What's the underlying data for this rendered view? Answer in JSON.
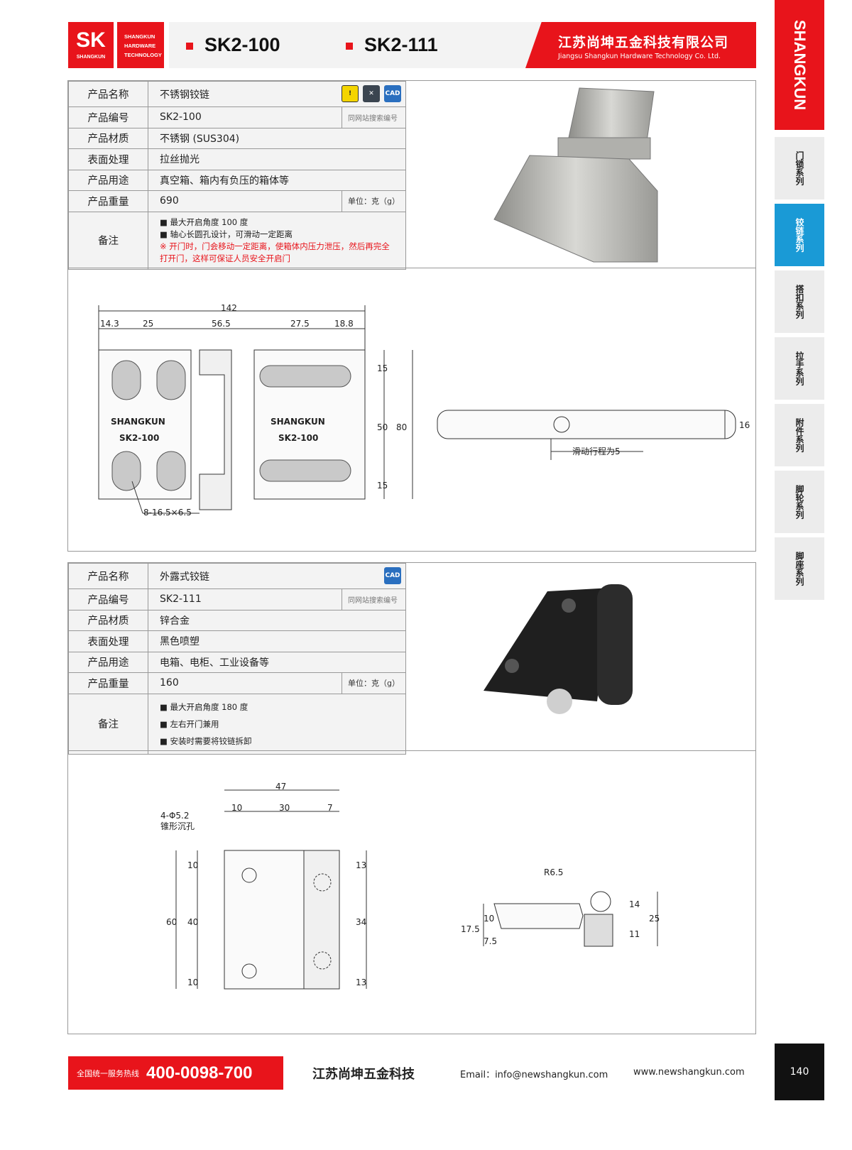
{
  "header": {
    "logo_letters": "SK",
    "logo_sub": "SHANGKUN",
    "logo_tag": [
      "SHANGKUN",
      "HARDWARE",
      "TECHNOLOGY"
    ],
    "models": [
      "SK2-100",
      "SK2-111"
    ],
    "company_cn": "江苏尚坤五金科技有限公司",
    "company_en": "Jiangsu Shangkun Hardware Technology Co. Ltd."
  },
  "side": {
    "brand": "SHANGKUN",
    "tabs": [
      {
        "label": "门锁系列"
      },
      {
        "label": "铰链系列",
        "active": true
      },
      {
        "label": "搭扣系列"
      },
      {
        "label": "拉手系列"
      },
      {
        "label": "附件系列"
      },
      {
        "label": "脚轮系列"
      },
      {
        "label": "脚座系列"
      }
    ]
  },
  "products": [
    {
      "rows": [
        {
          "label": "产品名称",
          "value": "不锈钢铰链"
        },
        {
          "label": "产品编号",
          "value": "SK2-100",
          "extra": "同网站搜索编号"
        },
        {
          "label": "产品材质",
          "value": "不锈钢 (SUS304)"
        },
        {
          "label": "表面处理",
          "value": "拉丝抛光"
        },
        {
          "label": "产品用途",
          "value": "真空箱、箱内有负压的箱体等"
        },
        {
          "label": "产品重量",
          "value": "690",
          "extra": "单位：克（g）"
        }
      ],
      "notes_label": "备注",
      "notes": [
        "■ 最大开启角度 100 度",
        "■ 轴心长圆孔设计，可滑动一定距离"
      ],
      "warning": "※ 开门时，门会移动一定距离，使箱体内压力泄压，然后再完全打开门，这样可保证人员安全开启门",
      "icons": [
        "!",
        "✕",
        "CAD"
      ],
      "dims": {
        "total": "142",
        "d1": "14.3",
        "d2": "25",
        "d3": "56.5",
        "d4": "27.5",
        "d5": "18.8",
        "h1": "15",
        "h2": "50",
        "h3": "15",
        "h": "80",
        "holes": "8-16.5×6.5",
        "mark1": "SHANGKUN",
        "mark2": "SK2-100",
        "side_h": "16",
        "slide": "滑动行程为5"
      }
    },
    {
      "rows": [
        {
          "label": "产品名称",
          "value": "外露式铰链"
        },
        {
          "label": "产品编号",
          "value": "SK2-111",
          "extra": "同网站搜索编号"
        },
        {
          "label": "产品材质",
          "value": "锌合金"
        },
        {
          "label": "表面处理",
          "value": "黑色喷塑"
        },
        {
          "label": "产品用途",
          "value": "电箱、电柜、工业设备等"
        },
        {
          "label": "产品重量",
          "value": "160",
          "extra": "单位：克（g）"
        }
      ],
      "notes_label": "备注",
      "notes": [
        "■ 最大开启角度 180 度",
        "■ 左右开门兼用",
        "■ 安装时需要将铰链拆卸"
      ],
      "icons": [
        "CAD"
      ],
      "dims": {
        "w": "47",
        "a": "10",
        "b": "30",
        "c": "7",
        "hole1": "4-Φ5.2",
        "hole2": "锥形沉孔",
        "v1": "10",
        "v2": "40",
        "v3": "10",
        "vh": "60",
        "r1": "13",
        "r2": "34",
        "r3": "13",
        "radius": "R6.5",
        "s1": "17.5",
        "s2": "10",
        "s3": "7.5",
        "s4": "14",
        "s5": "11",
        "s6": "25"
      }
    }
  ],
  "footer": {
    "hotline_label": "全国统一服务热线",
    "hotline": "400-0098-700",
    "company": "江苏尚坤五金科技",
    "email": "Email：info@newshangkun.com",
    "web": "www.newshangkun.com",
    "page": "140"
  }
}
